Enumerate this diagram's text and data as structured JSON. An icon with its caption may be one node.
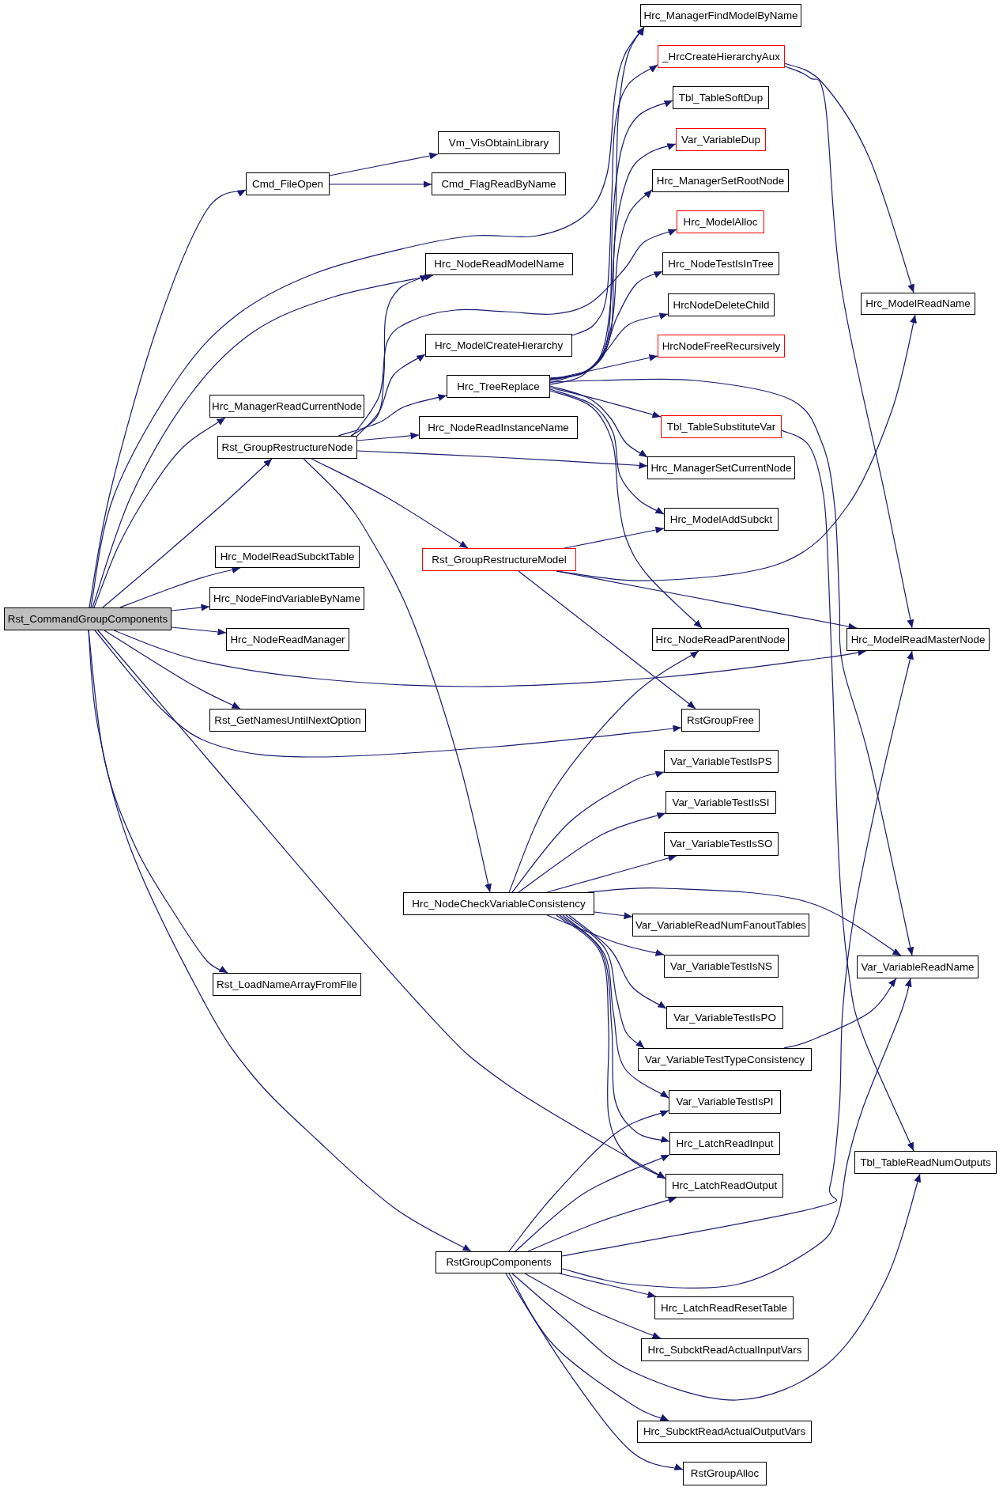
{
  "diagram": {
    "nodes": [
      {
        "text": [
          "Rst_CommandGroupComponents"
        ]
      },
      {
        "text": [
          "Cmd_FileOpen"
        ]
      },
      {
        "text": [
          "Hrc_ManagerReadCurrentNode"
        ]
      },
      {
        "text": [
          "Rst_GroupRestructureNode"
        ]
      },
      {
        "text": [
          "Hrc_ModelReadSubcktTable"
        ]
      },
      {
        "text": [
          "Hrc_NodeFindVariableByName"
        ]
      },
      {
        "text": [
          "Hrc_NodeReadManager"
        ]
      },
      {
        "text": [
          "Rst_GetNamesUntilNextOption"
        ]
      },
      {
        "text": [
          "Rst_LoadNameArrayFromFile"
        ]
      },
      {
        "text": [
          "Vm_VisObtainLibrary"
        ]
      },
      {
        "text": [
          "Cmd_FlagReadByName"
        ]
      },
      {
        "text": [
          "Hrc_NodeReadModelName"
        ]
      },
      {
        "text": [
          "Hrc_ModelCreateHierarchy"
        ]
      },
      {
        "text": [
          "Hrc_TreeReplace"
        ]
      },
      {
        "text": [
          "Hrc_NodeReadInstanceName"
        ]
      },
      {
        "text": [
          "Rst_GroupRestructureModel"
        ]
      },
      {
        "text": [
          "Hrc_NodeCheckVariableConsistency"
        ]
      },
      {
        "text": [
          "RstGroupComponents"
        ]
      },
      {
        "text": [
          "Hrc_ManagerFindModelByName"
        ]
      },
      {
        "text": [
          "_HrcCreateHierarchyAux"
        ]
      },
      {
        "text": [
          "Tbl_TableSoftDup"
        ]
      },
      {
        "text": [
          "Var_VariableDup"
        ]
      },
      {
        "text": [
          "Hrc_ManagerSetRootNode"
        ]
      },
      {
        "text": [
          "Hrc_ModelAlloc"
        ]
      },
      {
        "text": [
          "Hrc_NodeTestIsInTree"
        ]
      },
      {
        "text": [
          "HrcNodeDeleteChild"
        ]
      },
      {
        "text": [
          "HrcNodeFreeRecursively"
        ]
      },
      {
        "text": [
          "Tbl_TableSubstituteVar"
        ]
      },
      {
        "text": [
          "Hrc_ManagerSetCurrentNode"
        ]
      },
      {
        "text": [
          "Hrc_ModelAddSubckt"
        ]
      },
      {
        "text": [
          "Hrc_NodeReadParentNode"
        ]
      },
      {
        "text": [
          "RstGroupFree"
        ]
      },
      {
        "text": [
          "Var_VariableTestIsPS"
        ]
      },
      {
        "text": [
          "Var_VariableTestIsSI"
        ]
      },
      {
        "text": [
          "Var_VariableTestIsSO"
        ]
      },
      {
        "text": [
          "Var_VariableReadNumFanoutTables"
        ]
      },
      {
        "text": [
          "Var_VariableTestIsNS"
        ]
      },
      {
        "text": [
          "Var_VariableTestIsPO"
        ]
      },
      {
        "text": [
          "Var_VariableTestTypeConsistency"
        ]
      },
      {
        "text": [
          "Var_VariableTestIsPI"
        ]
      },
      {
        "text": [
          "Hrc_LatchReadInput"
        ]
      },
      {
        "text": [
          "Hrc_LatchReadOutput"
        ]
      },
      {
        "text": [
          "Hrc_LatchReadResetTable"
        ]
      },
      {
        "text": [
          "Hrc_SubcktReadActualInputVars"
        ]
      },
      {
        "text": [
          "Hrc_SubcktReadActualOutputVars"
        ]
      },
      {
        "text": [
          "RstGroupAlloc"
        ]
      },
      {
        "text": [
          "Hrc_ModelReadName"
        ]
      },
      {
        "text": [
          "Hrc_ModelReadMasterNode"
        ]
      },
      {
        "text": [
          "Var_VariableReadName"
        ]
      },
      {
        "text": [
          "Tbl_TableReadNumOutputs"
        ]
      }
    ],
    "edges": [
      {
        "from": 0,
        "to": 1,
        "arrow": "to"
      },
      {
        "from": 0,
        "to": 18,
        "arrow": "to"
      },
      {
        "from": 0,
        "to": 11,
        "arrow": "to"
      },
      {
        "from": 0,
        "to": 2,
        "arrow": "to"
      },
      {
        "from": 0,
        "to": 3,
        "arrow": "to"
      },
      {
        "from": 0,
        "to": 4,
        "arrow": "to"
      },
      {
        "from": 0,
        "to": 5,
        "arrow": "to"
      },
      {
        "from": 0,
        "to": 6,
        "arrow": "to"
      },
      {
        "from": 0,
        "to": 47,
        "arrow": "to"
      },
      {
        "from": 0,
        "to": 7,
        "arrow": "to"
      },
      {
        "from": 0,
        "to": 31,
        "arrow": "to"
      },
      {
        "from": 0,
        "to": 41,
        "arrow": "to"
      },
      {
        "from": 0,
        "to": 8,
        "arrow": "to"
      },
      {
        "from": 0,
        "to": 17,
        "arrow": "to"
      },
      {
        "from": 1,
        "to": 9,
        "arrow": "to"
      },
      {
        "from": 1,
        "to": 10,
        "arrow": "to"
      },
      {
        "from": 3,
        "to": 11,
        "arrow": "to"
      },
      {
        "from": 3,
        "to": 23,
        "arrow": "to"
      },
      {
        "from": 3,
        "to": 12,
        "arrow": "to"
      },
      {
        "from": 3,
        "to": 13,
        "arrow": "to"
      },
      {
        "from": 3,
        "to": 14,
        "arrow": "to"
      },
      {
        "from": 3,
        "to": 28,
        "arrow": "to"
      },
      {
        "from": 3,
        "to": 15,
        "arrow": "to"
      },
      {
        "from": 3,
        "to": 16,
        "arrow": "to"
      },
      {
        "from": 12,
        "to": 19,
        "arrow": "to"
      },
      {
        "from": 13,
        "to": 18,
        "arrow": "to"
      },
      {
        "from": 13,
        "to": 20,
        "arrow": "to"
      },
      {
        "from": 13,
        "to": 21,
        "arrow": "to"
      },
      {
        "from": 13,
        "to": 22,
        "arrow": "to"
      },
      {
        "from": 13,
        "to": 24,
        "arrow": "to"
      },
      {
        "from": 13,
        "to": 25,
        "arrow": "to"
      },
      {
        "from": 13,
        "to": 26,
        "arrow": "to"
      },
      {
        "from": 13,
        "to": 48,
        "arrow": "to"
      },
      {
        "from": 13,
        "to": 27,
        "arrow": "to"
      },
      {
        "from": 13,
        "to": 28,
        "arrow": "to"
      },
      {
        "from": 13,
        "to": 29,
        "arrow": "to"
      },
      {
        "from": 13,
        "to": 30,
        "arrow": "to"
      },
      {
        "from": 15,
        "to": 29,
        "arrow": "to"
      },
      {
        "from": 15,
        "to": 46,
        "arrow": "to"
      },
      {
        "from": 15,
        "to": 47,
        "arrow": "to"
      },
      {
        "from": 15,
        "to": 31,
        "arrow": "to"
      },
      {
        "from": 16,
        "to": 30,
        "arrow": "to"
      },
      {
        "from": 16,
        "to": 32,
        "arrow": "to"
      },
      {
        "from": 16,
        "to": 33,
        "arrow": "to"
      },
      {
        "from": 16,
        "to": 34,
        "arrow": "to"
      },
      {
        "from": 16,
        "to": 48,
        "arrow": "to"
      },
      {
        "from": 16,
        "to": 35,
        "arrow": "to"
      },
      {
        "from": 16,
        "to": 36,
        "arrow": "to"
      },
      {
        "from": 16,
        "to": 37,
        "arrow": "to"
      },
      {
        "from": 16,
        "to": 38,
        "arrow": "to"
      },
      {
        "from": 16,
        "to": 39,
        "arrow": "to"
      },
      {
        "from": 16,
        "to": 40,
        "arrow": "to"
      },
      {
        "from": 16,
        "to": 41,
        "arrow": "to"
      },
      {
        "from": 17,
        "to": 39,
        "arrow": "to"
      },
      {
        "from": 17,
        "to": 40,
        "arrow": "to"
      },
      {
        "from": 17,
        "to": 41,
        "arrow": "to"
      },
      {
        "from": 17,
        "to": 47,
        "arrow": "to"
      },
      {
        "from": 17,
        "to": 48,
        "arrow": "to"
      },
      {
        "from": 17,
        "to": 42,
        "arrow": "to"
      },
      {
        "from": 17,
        "to": 43,
        "arrow": "to"
      },
      {
        "from": 17,
        "to": 49,
        "arrow": "to"
      },
      {
        "from": 17,
        "to": 44,
        "arrow": "to"
      },
      {
        "from": 17,
        "to": 45,
        "arrow": "to"
      },
      {
        "from": 19,
        "to": 46,
        "arrow": "to"
      },
      {
        "from": 19,
        "to": 47,
        "arrow": "to"
      },
      {
        "from": 27,
        "to": 49,
        "arrow": "to"
      },
      {
        "from": 38,
        "to": 48,
        "arrow": "to"
      }
    ]
  }
}
